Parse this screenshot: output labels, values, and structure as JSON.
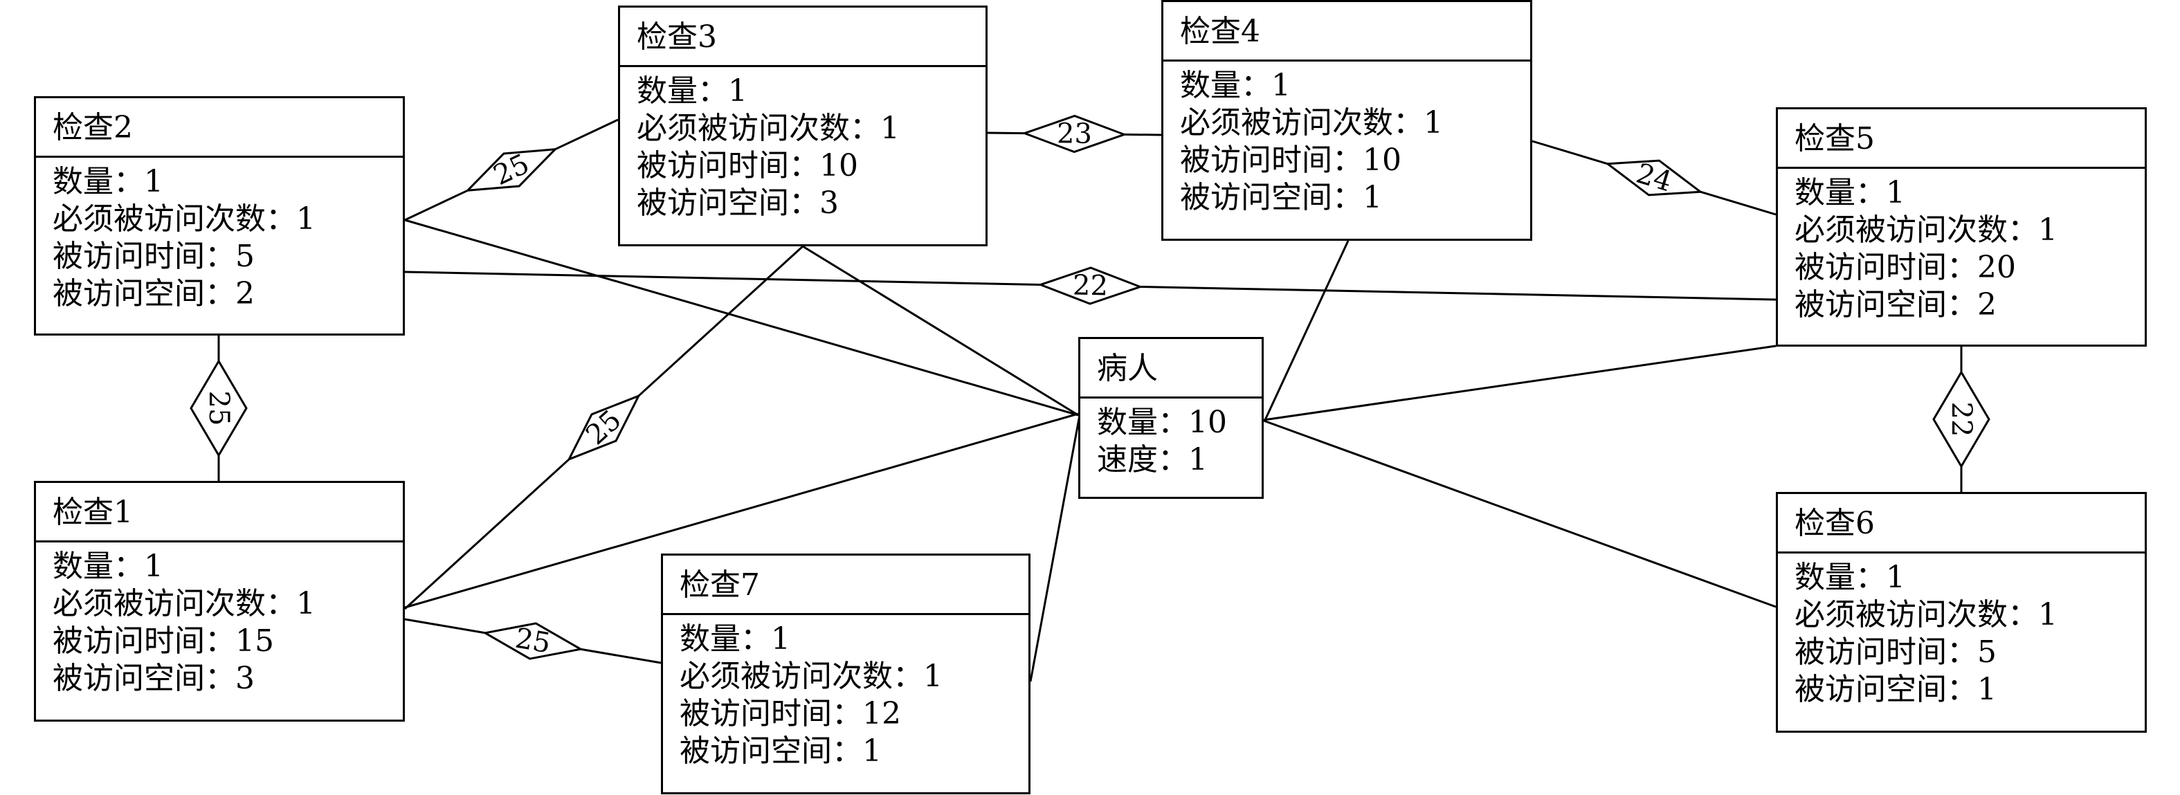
{
  "entities": [
    {
      "id": "check2",
      "title": "检查2",
      "attrs": [
        "数量：1",
        "必须被访问次数：1",
        "被访问时间：5",
        "被访问空间：2"
      ]
    },
    {
      "id": "check3",
      "title": "检查3",
      "attrs": [
        "数量：1",
        "必须被访问次数：1",
        "被访问时间：10",
        "被访问空间：3"
      ]
    },
    {
      "id": "check4",
      "title": "检查4",
      "attrs": [
        "数量：1",
        "必须被访问次数：1",
        "被访问时间：10",
        "被访问空间：1"
      ]
    },
    {
      "id": "check5",
      "title": "检查5",
      "attrs": [
        "数量：1",
        "必须被访问次数：1",
        "被访问时间：20",
        "被访问空间：2"
      ]
    },
    {
      "id": "check1",
      "title": "检查1",
      "attrs": [
        "数量：1",
        "必须被访问次数：1",
        "被访问时间：15",
        "被访问空间：3"
      ]
    },
    {
      "id": "check7",
      "title": "检查7",
      "attrs": [
        "数量：1",
        "必须被访问次数：1",
        "被访问时间：12",
        "被访问空间：1"
      ]
    },
    {
      "id": "check6",
      "title": "检查6",
      "attrs": [
        "数量：1",
        "必须被访问次数：1",
        "被访问时间：5",
        "被访问空间：1"
      ]
    },
    {
      "id": "patient",
      "title": "病人",
      "attrs": [
        "数量：10",
        "速度：1"
      ]
    }
  ],
  "relations": [
    {
      "id": "r-2-3",
      "label": "25"
    },
    {
      "id": "r-3-4",
      "label": "23"
    },
    {
      "id": "r-4-5",
      "label": "24"
    },
    {
      "id": "r-2-5",
      "label": "22"
    },
    {
      "id": "r-2-1",
      "label": "25"
    },
    {
      "id": "r-1-3",
      "label": "25"
    },
    {
      "id": "r-1-7",
      "label": "25"
    },
    {
      "id": "r-5-6",
      "label": "22"
    }
  ]
}
